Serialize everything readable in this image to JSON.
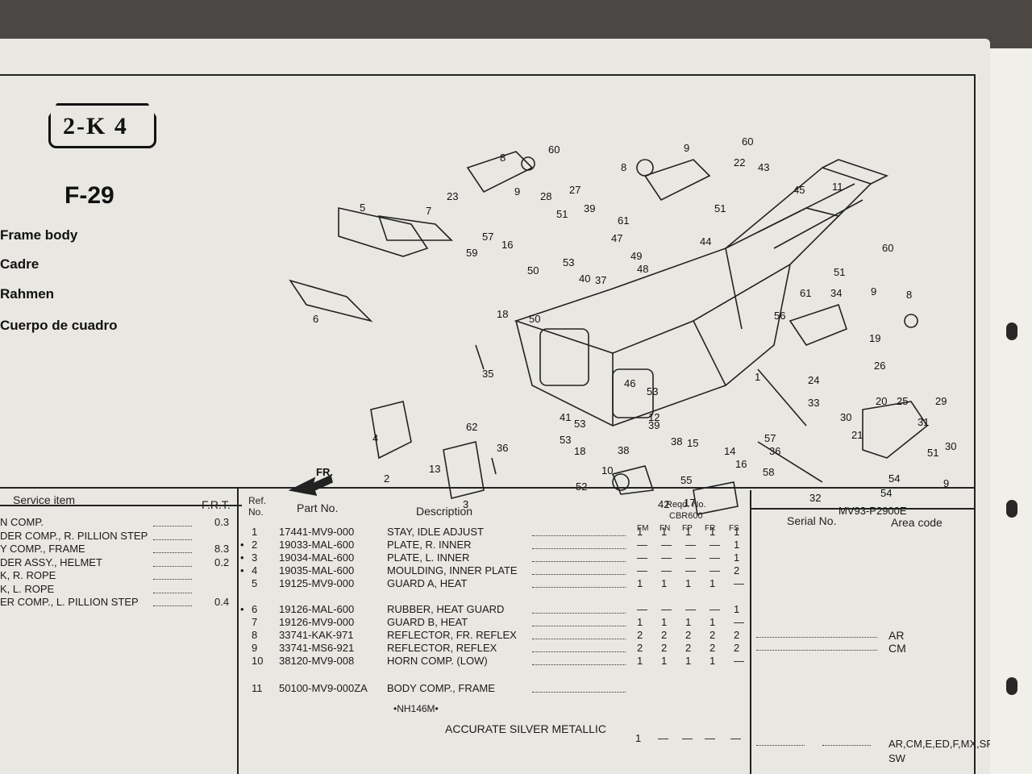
{
  "header": {
    "badge": "2-K 4",
    "figure_code": "F-29",
    "titles": [
      "Frame body",
      "Cadre",
      "Rahmen",
      "Cuerpo de cuadro"
    ]
  },
  "diagram": {
    "code": "MV93-P2900E",
    "front_label": "FR.",
    "callouts": [
      "60",
      "8",
      "9",
      "60",
      "22",
      "43",
      "8",
      "23",
      "9",
      "28",
      "27",
      "39",
      "51",
      "61",
      "51",
      "45",
      "11",
      "5",
      "7",
      "57",
      "16",
      "59",
      "50",
      "47",
      "49",
      "44",
      "48",
      "53",
      "40",
      "37",
      "60",
      "51",
      "8",
      "6",
      "18",
      "50",
      "35",
      "56",
      "61",
      "34",
      "9",
      "19",
      "26",
      "24",
      "46",
      "53",
      "36",
      "38",
      "41",
      "53",
      "62",
      "33",
      "20",
      "25",
      "29",
      "30",
      "31",
      "21",
      "39",
      "12",
      "2",
      "13",
      "36",
      "53",
      "18",
      "38",
      "15",
      "57",
      "14",
      "16",
      "58",
      "51",
      "30",
      "10",
      "55",
      "52",
      "42",
      "17",
      "54",
      "54",
      "9",
      "32",
      "3",
      "1",
      "4"
    ]
  },
  "table": {
    "headers": {
      "service_item": "Service item",
      "frt": "F.R.T.",
      "ref_no": "Ref. No.",
      "part_no": "Part No.",
      "description": "Description",
      "reqd_no": "Reqd. No.",
      "model": "CBR600",
      "serial_no": "Serial No.",
      "area_code": "Area code"
    },
    "variant_cols": [
      "FM",
      "FN",
      "FP",
      "FR",
      "FS"
    ],
    "service_items": [
      {
        "name": "N COMP.",
        "frt": "0.3"
      },
      {
        "name": "DER COMP., R. PILLION STEP",
        "frt": ""
      },
      {
        "name": "Y COMP., FRAME",
        "frt": "8.3"
      },
      {
        "name": "DER ASSY., HELMET",
        "frt": "0.2"
      },
      {
        "name": "K, R. ROPE",
        "frt": ""
      },
      {
        "name": "K, L. ROPE",
        "frt": ""
      },
      {
        "name": "ER COMP., L. PILLION STEP",
        "frt": "0.4"
      }
    ],
    "rows": [
      {
        "mark": "",
        "ref": "1",
        "part": "17441-MV9-000",
        "desc": "STAY, IDLE ADJUST",
        "q": [
          "1",
          "1",
          "1",
          "1",
          "1"
        ],
        "serial": "",
        "area": ""
      },
      {
        "mark": "•",
        "ref": "2",
        "part": "19033-MAL-600",
        "desc": "PLATE, R. INNER",
        "q": [
          "—",
          "—",
          "—",
          "—",
          "1"
        ],
        "serial": "",
        "area": ""
      },
      {
        "mark": "•",
        "ref": "3",
        "part": "19034-MAL-600",
        "desc": "PLATE, L. INNER",
        "q": [
          "—",
          "—",
          "—",
          "—",
          "1"
        ],
        "serial": "",
        "area": ""
      },
      {
        "mark": "•",
        "ref": "4",
        "part": "19035-MAL-600",
        "desc": "MOULDING, INNER PLATE",
        "q": [
          "—",
          "—",
          "—",
          "—",
          "2"
        ],
        "serial": "",
        "area": ""
      },
      {
        "mark": "",
        "ref": "5",
        "part": "19125-MV9-000",
        "desc": "GUARD A, HEAT",
        "q": [
          "1",
          "1",
          "1",
          "1",
          "—"
        ],
        "serial": "",
        "area": ""
      },
      {
        "mark": "•",
        "ref": "6",
        "part": "19126-MAL-600",
        "desc": "RUBBER, HEAT GUARD",
        "q": [
          "—",
          "—",
          "—",
          "—",
          "1"
        ],
        "serial": "",
        "area": ""
      },
      {
        "mark": "",
        "ref": "7",
        "part": "19126-MV9-000",
        "desc": "GUARD B, HEAT",
        "q": [
          "1",
          "1",
          "1",
          "1",
          "—"
        ],
        "serial": "",
        "area": ""
      },
      {
        "mark": "",
        "ref": "8",
        "part": "33741-KAK-971",
        "desc": "REFLECTOR, FR. REFLEX",
        "q": [
          "2",
          "2",
          "2",
          "2",
          "2"
        ],
        "serial": "",
        "area": "AR"
      },
      {
        "mark": "",
        "ref": "9",
        "part": "33741-MS6-921",
        "desc": "REFLECTOR, REFLEX",
        "q": [
          "2",
          "2",
          "2",
          "2",
          "2"
        ],
        "serial": "",
        "area": "CM"
      },
      {
        "mark": "",
        "ref": "10",
        "part": "38120-MV9-008",
        "desc": "HORN COMP. (LOW)",
        "q": [
          "1",
          "1",
          "1",
          "1",
          "—"
        ],
        "serial": "",
        "area": ""
      },
      {
        "mark": "",
        "ref": "11",
        "part": "50100-MV9-000ZA",
        "desc": "BODY COMP., FRAME",
        "q": [
          "",
          "",
          "",
          "",
          ""
        ],
        "serial": "",
        "area": ""
      }
    ],
    "color_code": "•NH146M•",
    "color_name": "ACCURATE SILVER METALLIC",
    "color_qty": [
      "1",
      "—",
      "—",
      "—",
      "—"
    ],
    "color_area": "AR,CM,E,ED,F,MX,SP SW"
  }
}
